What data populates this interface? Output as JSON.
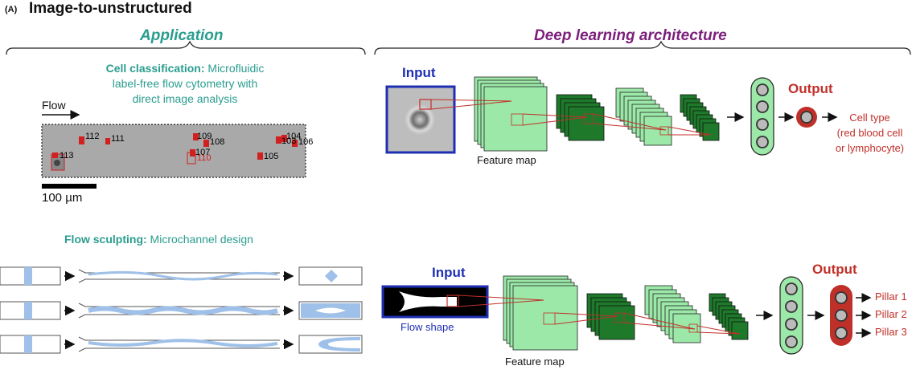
{
  "panel": {
    "label": "(A)",
    "title": "Image-to-unstructured"
  },
  "colors": {
    "teal": "#2a9d8f",
    "purple": "#7b1f7b",
    "blue": "#1f2fb3",
    "red": "#c0302a",
    "light_green": "#9be8a8",
    "dark_green": "#1e7a2a",
    "flow_blue": "#9fc0e8"
  },
  "application": {
    "heading": "Application",
    "cell_classification": {
      "title": "Cell classification:",
      "desc_1": "Microfluidic",
      "desc_2": "label-free flow cytometry with",
      "desc_3": "direct image analysis"
    },
    "flow_label": "Flow",
    "scale_label": "100 µm",
    "cell_ids": [
      "112",
      "111",
      "109",
      "108",
      "107",
      "110",
      "113",
      "104",
      "103",
      "106",
      "105"
    ],
    "flow_sculpting": {
      "title": "Flow sculpting:",
      "desc": "Microchannel design"
    }
  },
  "architecture": {
    "heading": "Deep learning architecture",
    "top": {
      "input_label": "Input",
      "feature_map_label": "Feature map",
      "output_label": "Output",
      "result_1": "Cell type",
      "result_2": "(red blood cell",
      "result_3": "or lymphocyte)"
    },
    "bottom": {
      "input_label": "Input",
      "input_caption": "Flow shape",
      "feature_map_label": "Feature map",
      "output_label": "Output",
      "outputs": [
        "Pillar 1",
        "Pillar 2",
        "Pillar 3"
      ]
    }
  }
}
